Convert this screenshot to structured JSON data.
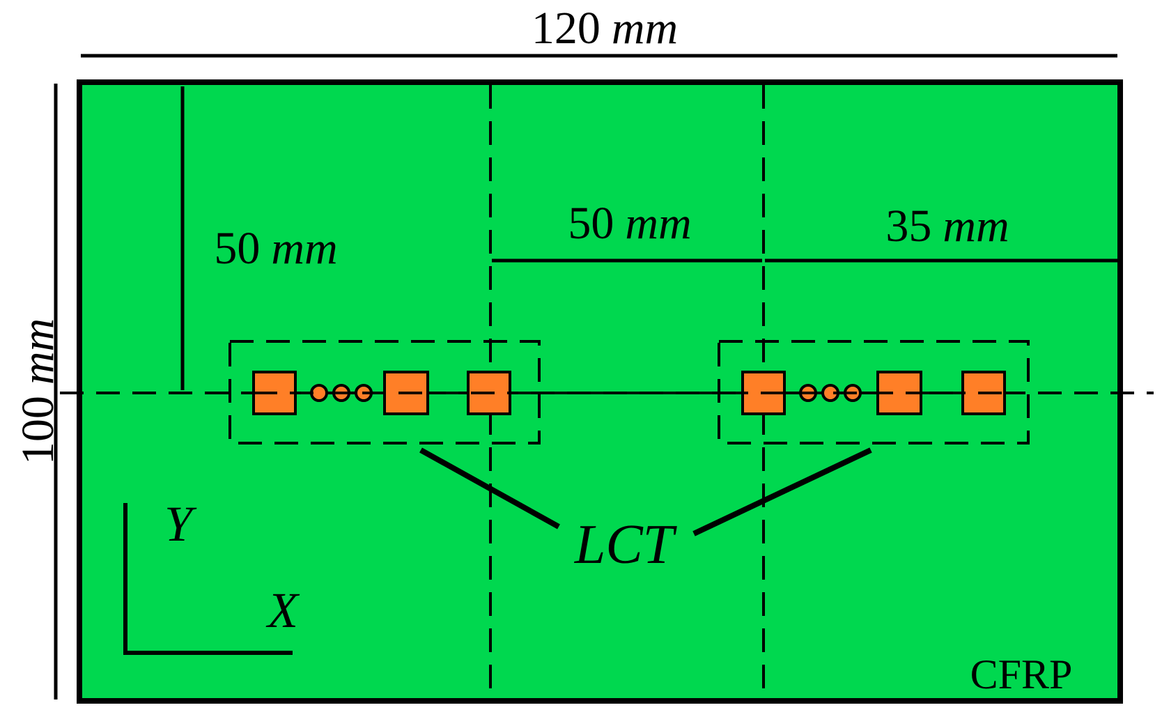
{
  "diagram": {
    "dimensions": {
      "plate_width": {
        "value": "120",
        "unit": "mm"
      },
      "plate_height": {
        "value": "100",
        "unit": "mm"
      },
      "offset_y": {
        "value": "50",
        "unit": "mm"
      },
      "spacing_lct": {
        "value": "50",
        "unit": "mm"
      },
      "offset_edge": {
        "value": "35",
        "unit": "mm"
      }
    },
    "labels": {
      "transducer": "LCT",
      "material": "CFRP",
      "axis_x": "X",
      "axis_y": "Y"
    },
    "colors": {
      "plate": "#00d84f",
      "transducer": "#ff7f27",
      "stroke": "#000000"
    }
  }
}
